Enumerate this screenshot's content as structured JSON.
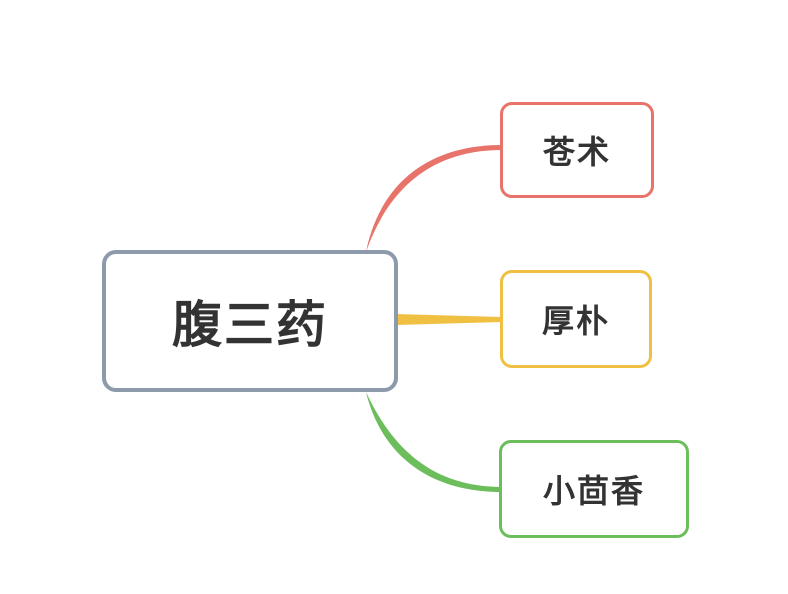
{
  "diagram": {
    "root": {
      "label": "腹三药",
      "border_color": "#8c9aab"
    },
    "children": [
      {
        "label": "苍术",
        "color": "#e8736b"
      },
      {
        "label": "厚朴",
        "color": "#f0c043"
      },
      {
        "label": "小茴香",
        "color": "#6cbd5b"
      }
    ]
  }
}
